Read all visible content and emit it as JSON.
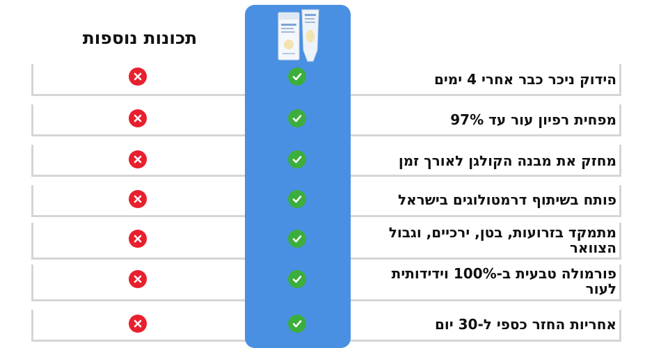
{
  "header": {
    "title": "תכונות נוספות"
  },
  "colors": {
    "accent_blue": "#4a90e2",
    "check_green": "#3cae3c",
    "cross_red": "#e8202e"
  },
  "rows": [
    {
      "label": "הידוק ניכר כבר אחרי 4 ימים",
      "ours_icon": "check-icon",
      "other_icon": "x-icon"
    },
    {
      "label": "מפחית רפיון עור עד 97%",
      "ours_icon": "check-icon",
      "other_icon": "x-icon"
    },
    {
      "label": "מחזק את מבנה הקולגן לאורך זמן",
      "ours_icon": "check-icon",
      "other_icon": "x-icon"
    },
    {
      "label": "פותח בשיתוף דרמטולוגים בישראל",
      "ours_icon": "check-icon",
      "other_icon": "x-icon"
    },
    {
      "label": "מתמקד בזרועות, בטן, ירכיים, וגבול הצוואר",
      "ours_icon": "check-icon",
      "other_icon": "x-icon"
    },
    {
      "label": "פורמולה טבעית ב-100% וידידותית לעור",
      "ours_icon": "check-icon",
      "other_icon": "x-icon"
    },
    {
      "label": "אחריות החזר כספי ל-30 יום",
      "ours_icon": "check-icon",
      "other_icon": "x-icon"
    }
  ]
}
